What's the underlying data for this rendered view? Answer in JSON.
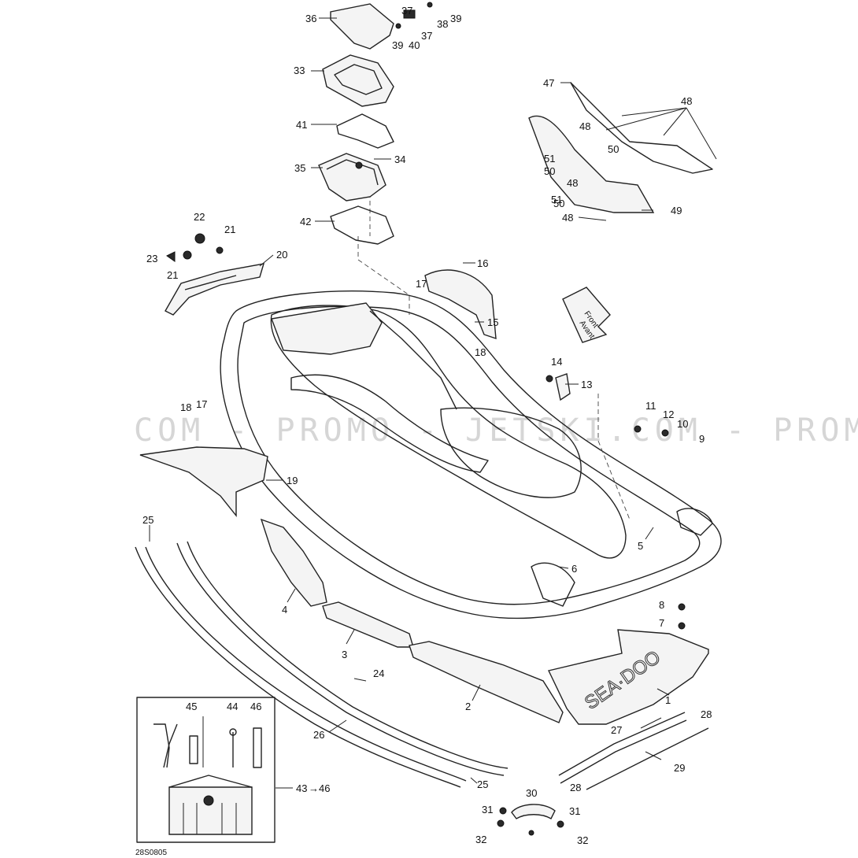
{
  "watermark": "COM - PROMO - JETSKI.COM - PROMO - JETSKI",
  "diagram_code": "28S0805",
  "front_arrow": {
    "line1": "Front",
    "line2": "Avant"
  },
  "kit_range_label": "43",
  "kit_range_end": "46",
  "callouts": [
    "1",
    "2",
    "3",
    "4",
    "5",
    "6",
    "7",
    "8",
    "9",
    "10",
    "11",
    "12",
    "13",
    "14",
    "15",
    "16",
    "17",
    "18",
    "19",
    "20",
    "21",
    "22",
    "23",
    "24",
    "25",
    "26",
    "27",
    "28",
    "29",
    "30",
    "31",
    "32",
    "33",
    "34",
    "35",
    "36",
    "37",
    "38",
    "39",
    "40",
    "41",
    "42",
    "44",
    "45",
    "46",
    "47",
    "48",
    "49",
    "50",
    "51"
  ]
}
